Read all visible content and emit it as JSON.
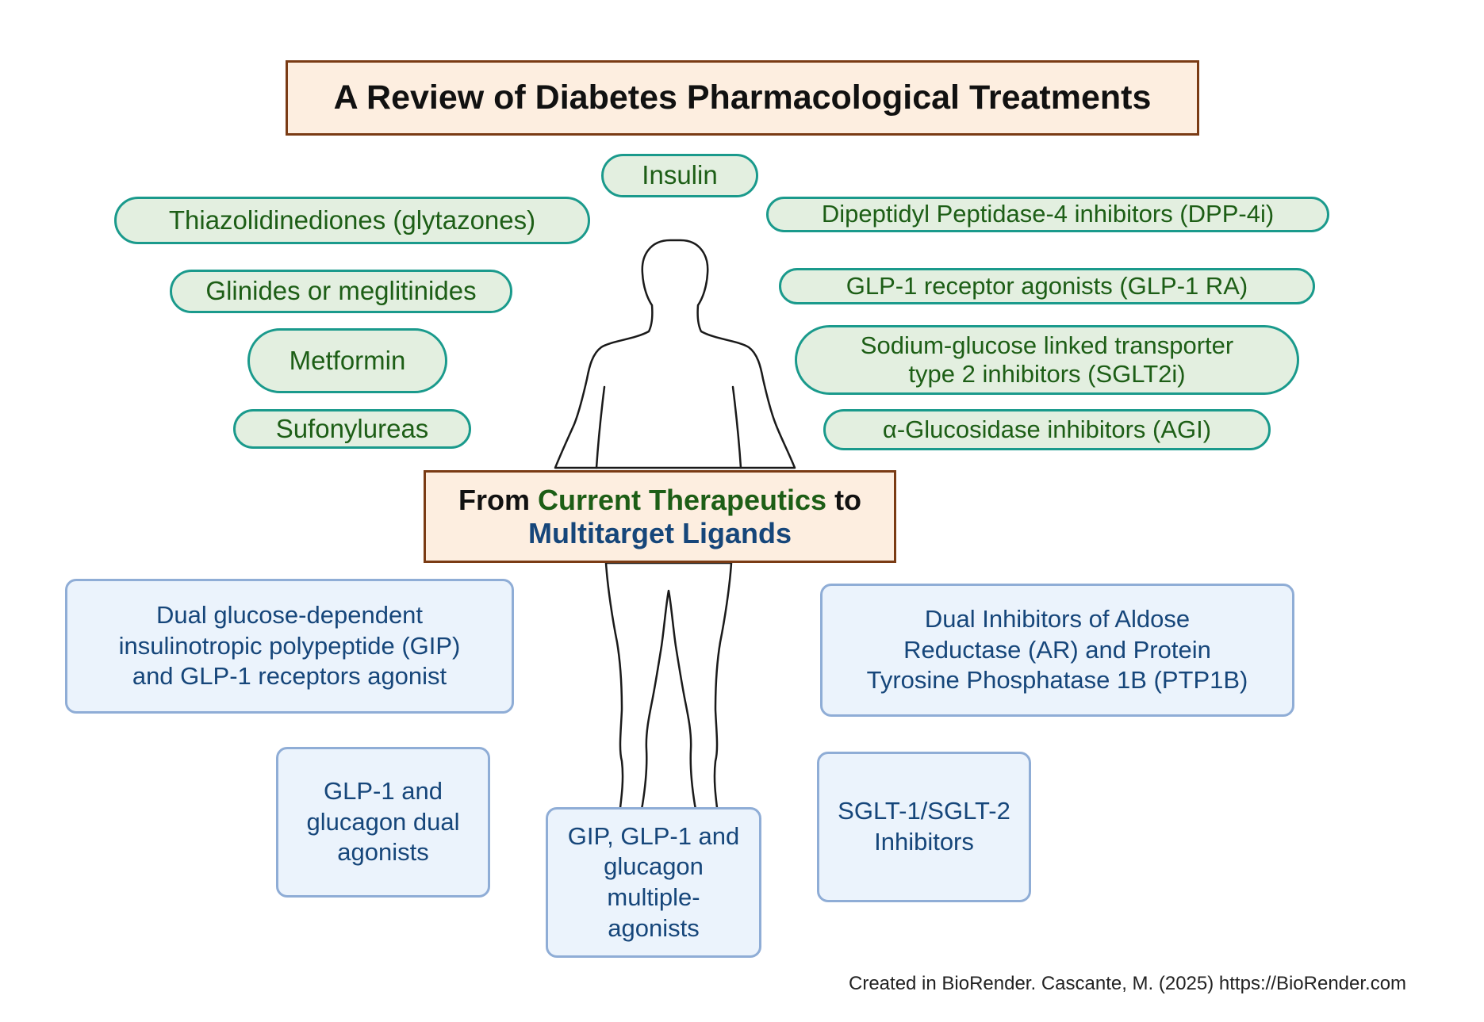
{
  "title": "A Review of Diabetes Pharmacological Treatments",
  "current_therapeutics": {
    "insulin": "Insulin",
    "thiazolidinediones": "Thiazolidinediones (glytazones)",
    "glinides": "Glinides or meglitinides",
    "metformin": "Metformin",
    "sulfonylureas": "Sufonylureas",
    "dpp4i": "Dipeptidyl Peptidase-4 inhibitors (DPP-4i)",
    "glp1ra": "GLP-1 receptor agonists (GLP-1 RA)",
    "sglt2i_line1": "Sodium-glucose linked transporter",
    "sglt2i_line2": "type 2 inhibitors (SGLT2i)",
    "agi": "α-Glucosidase inhibitors (AGI)"
  },
  "center": {
    "from": "From",
    "current": "Current Therapeutics",
    "to": "to",
    "multitarget": "Multitarget Ligands"
  },
  "multitarget": {
    "gip_glp1": [
      "Dual glucose-dependent",
      "insulinotropic polypeptide (GIP)",
      "and GLP-1 receptors agonist"
    ],
    "ar_ptp1b": [
      "Dual Inhibitors of Aldose",
      "Reductase (AR) and Protein",
      "Tyrosine Phosphatase 1B (PTP1B)"
    ],
    "glp1_glucagon": [
      "GLP-1 and",
      "glucagon dual",
      "agonists"
    ],
    "triple": [
      "GIP, GLP-1 and",
      "glucagon",
      "multiple-",
      "agonists"
    ],
    "sglt1_sglt2": [
      "SGLT-1/SGLT-2",
      "Inhibitors"
    ]
  },
  "credit": "Created in BioRender. Cascante, M. (2025) https://BioRender.com",
  "colors": {
    "green_text": "#1d5e16",
    "blue_text": "#16467a",
    "pill_fill": "#e3efe0",
    "pill_border": "#1a9a8c",
    "box_fill": "#ebf3fc",
    "box_border": "#8fadd6",
    "title_fill": "#fdeee0",
    "title_border": "#7a3b14"
  }
}
